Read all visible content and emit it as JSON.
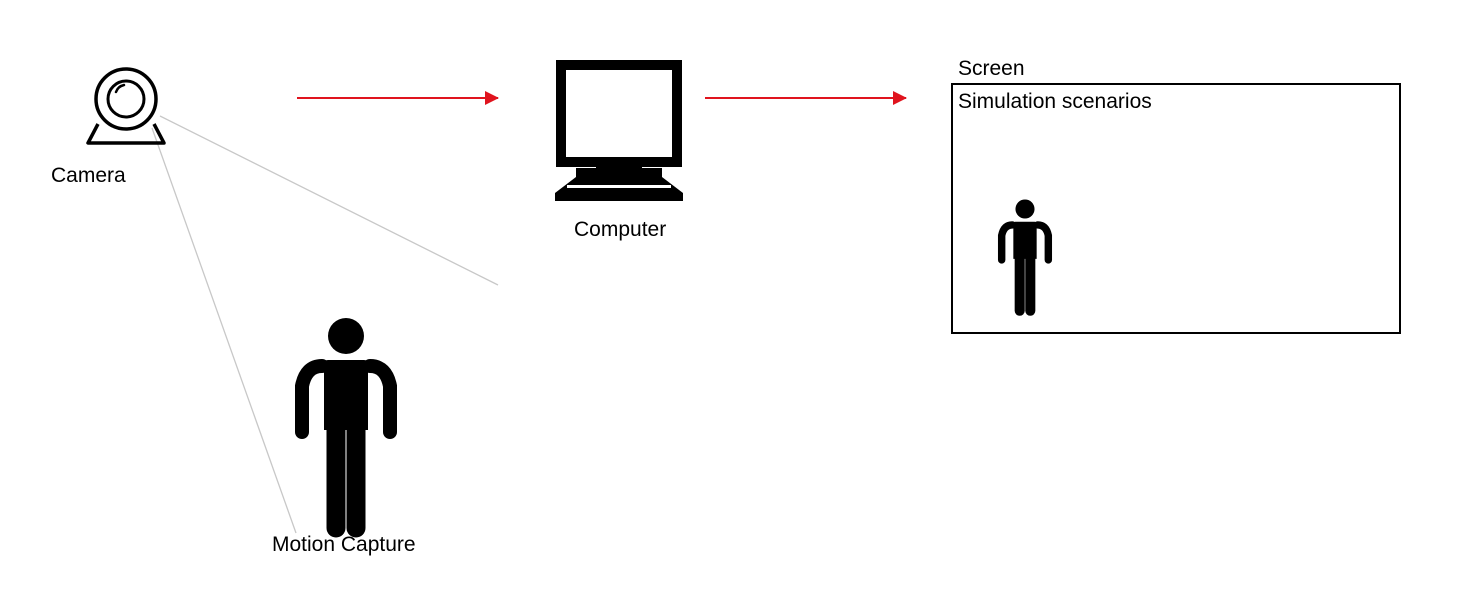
{
  "labels": {
    "camera": "Camera",
    "computer": "Computer",
    "screen": "Screen",
    "simulation": "Simulation scenarios",
    "motion_capture": "Motion Capture"
  },
  "colors": {
    "arrow": "#e0141e",
    "sight_line": "#c8c8c8",
    "ink": "#000000"
  },
  "icons": {
    "camera": "webcam-icon",
    "computer": "desktop-computer-icon",
    "person": "person-icon",
    "avatar": "person-icon"
  }
}
